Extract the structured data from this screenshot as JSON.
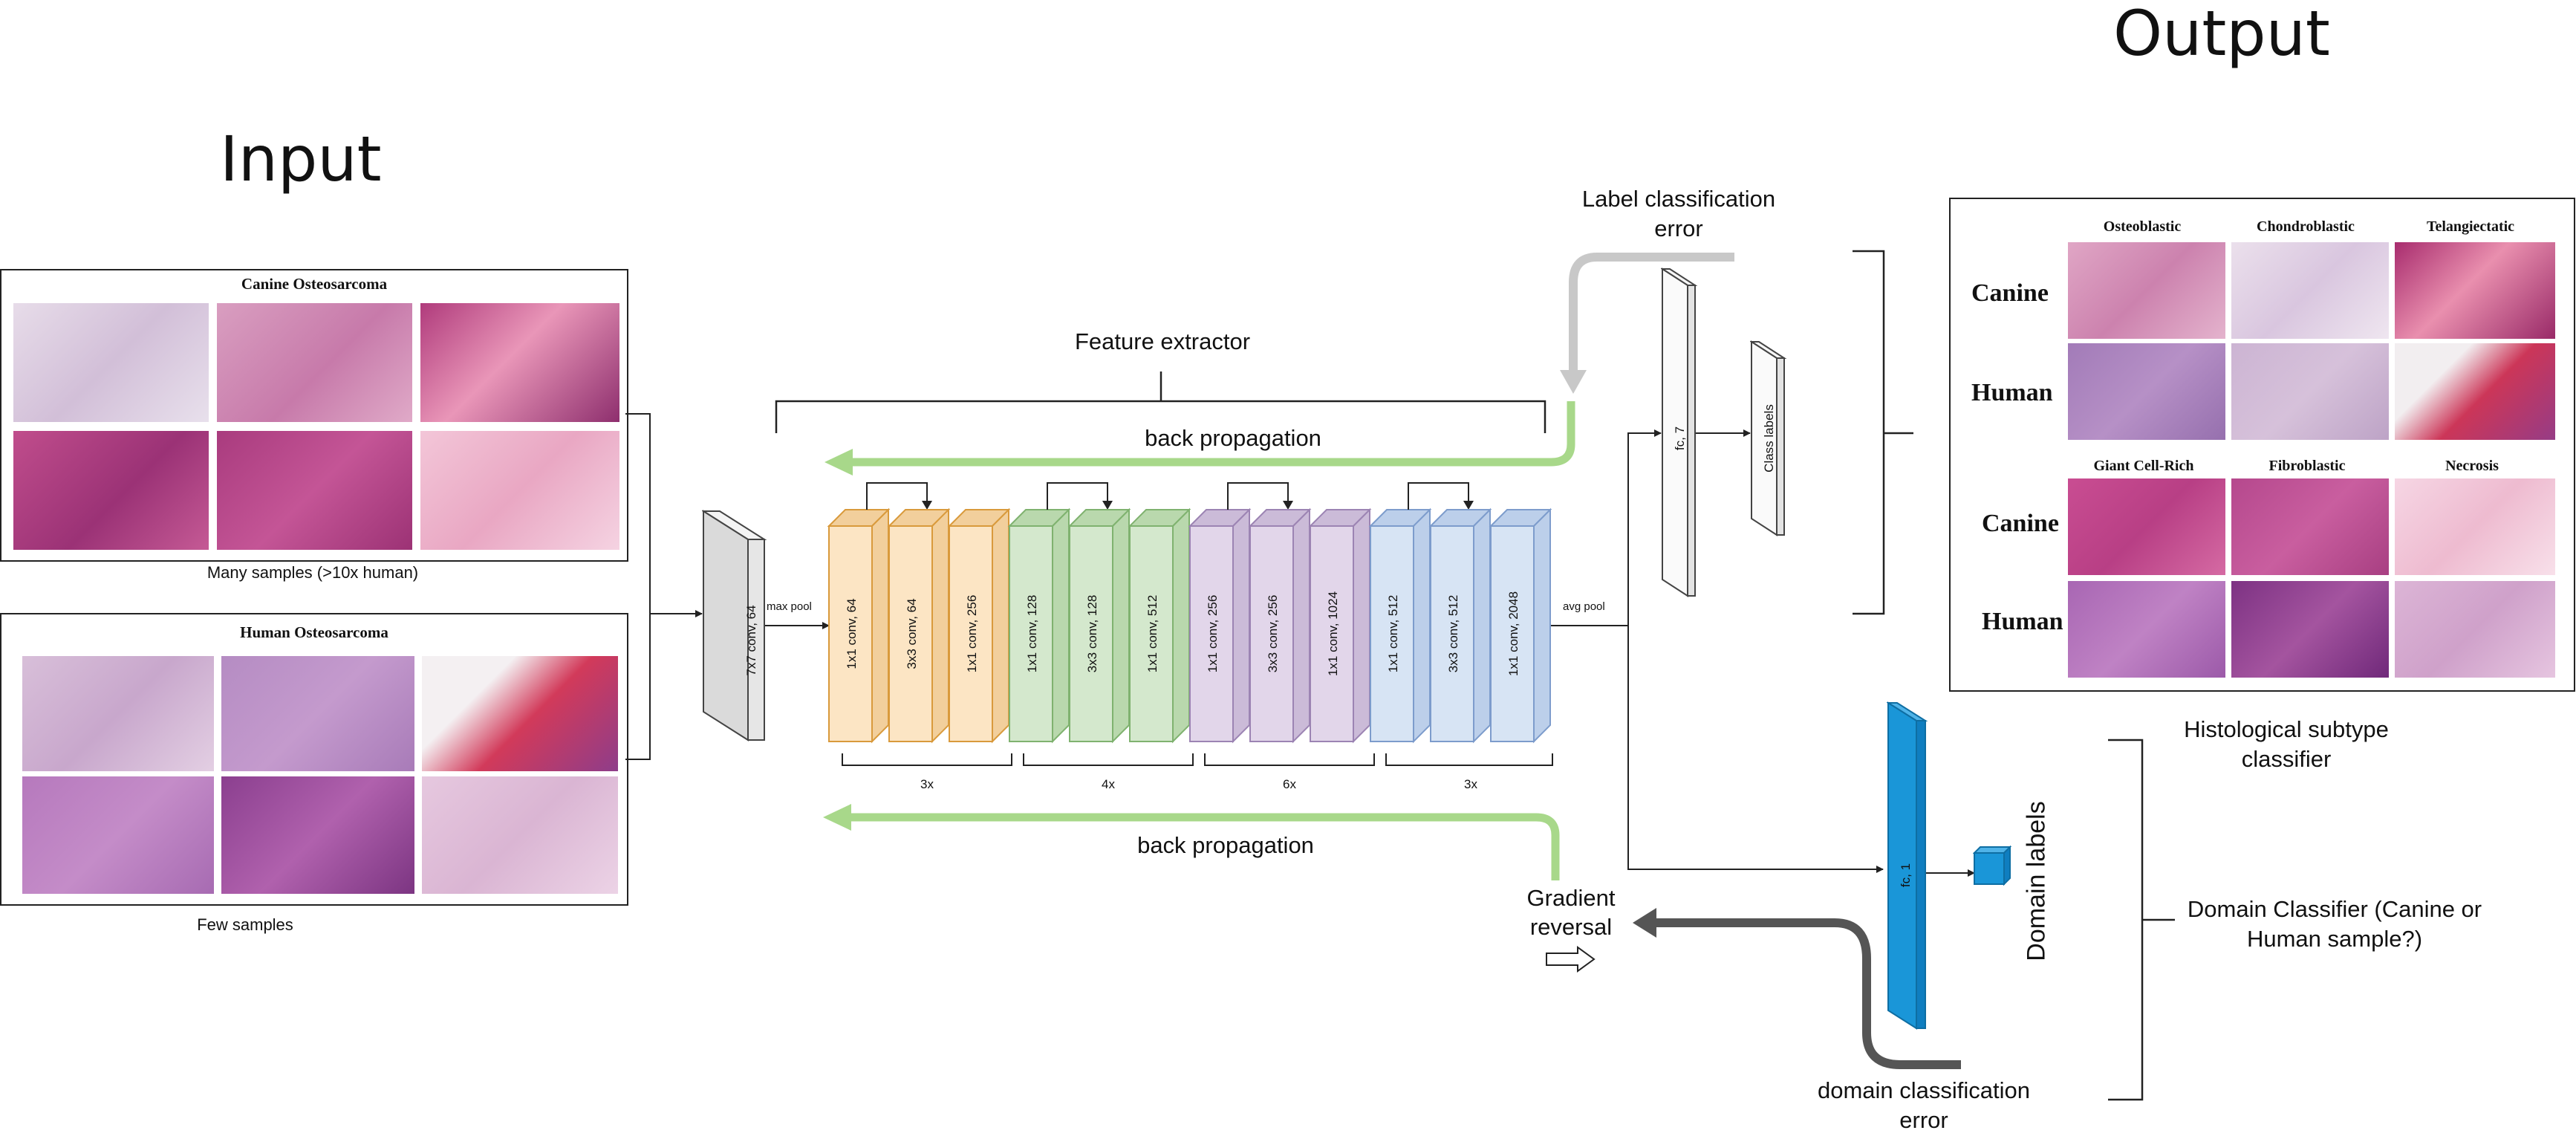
{
  "headers": {
    "input": "Input",
    "output": "Output"
  },
  "input_panels": {
    "canine": {
      "title": "Canine Osteosarcoma",
      "caption": "Many samples (>10x human)"
    },
    "human": {
      "title": "Human Osteosarcoma",
      "caption": "Few samples"
    }
  },
  "network": {
    "first_layer": "7x7 conv, 64",
    "max_pool": "max pool",
    "avg_pool": "avg pool",
    "feature_extractor": "Feature extractor",
    "back_prop_top": "back propagation",
    "back_prop_bottom": "back propagation",
    "blocks": [
      {
        "label": "1x1 conv, 64",
        "stage": "orange"
      },
      {
        "label": "3x3 conv, 64",
        "stage": "orange"
      },
      {
        "label": "1x1 conv, 256",
        "stage": "orange"
      },
      {
        "label": "1x1 conv, 128",
        "stage": "green"
      },
      {
        "label": "3x3 conv, 128",
        "stage": "green"
      },
      {
        "label": "1x1 conv, 512",
        "stage": "green"
      },
      {
        "label": "1x1 conv, 256",
        "stage": "purple"
      },
      {
        "label": "3x3 conv, 256",
        "stage": "purple"
      },
      {
        "label": "1x1 conv, 1024",
        "stage": "purple"
      },
      {
        "label": "1x1 conv, 512",
        "stage": "blue"
      },
      {
        "label": "3x3 conv, 512",
        "stage": "blue"
      },
      {
        "label": "1x1 conv, 2048",
        "stage": "blue"
      }
    ],
    "repeats": [
      "3x",
      "4x",
      "6x",
      "3x"
    ],
    "stage_colors": {
      "orange": {
        "face": "#fce5c4",
        "side": "#f2cf9c",
        "edge": "#d99a3c"
      },
      "green": {
        "face": "#d4e8cd",
        "side": "#b9d8ad",
        "edge": "#7fb26f"
      },
      "purple": {
        "face": "#e2d6ea",
        "side": "#cbbbd8",
        "edge": "#9c84b3"
      },
      "blue": {
        "face": "#d7e4f4",
        "side": "#bccfea",
        "edge": "#7d9ccc"
      }
    }
  },
  "label_branch": {
    "error": "Label classification error",
    "fc": "fc, 7",
    "class_labels": "Class labels"
  },
  "domain_branch": {
    "gradient_reversal": "Gradient reversal",
    "fc": "fc, 1",
    "domain_labels": "Domain labels",
    "error": "domain classification error",
    "fc_color": "#1a96d8"
  },
  "output_panel": {
    "top_columns": [
      "Osteoblastic",
      "Chondroblastic",
      "Telangiectatic"
    ],
    "bottom_columns": [
      "Giant Cell-Rich",
      "Fibroblastic",
      "Necrosis"
    ],
    "rows": [
      "Canine",
      "Human",
      "Canine",
      "Human"
    ]
  },
  "classifiers": {
    "histological": "Histological subtype classifier",
    "domain": "Domain Classifier (Canine or Human sample?)"
  },
  "arrow_colors": {
    "green": "#a8d88a",
    "gray": "#c8c8c8",
    "dark": "#555555"
  }
}
